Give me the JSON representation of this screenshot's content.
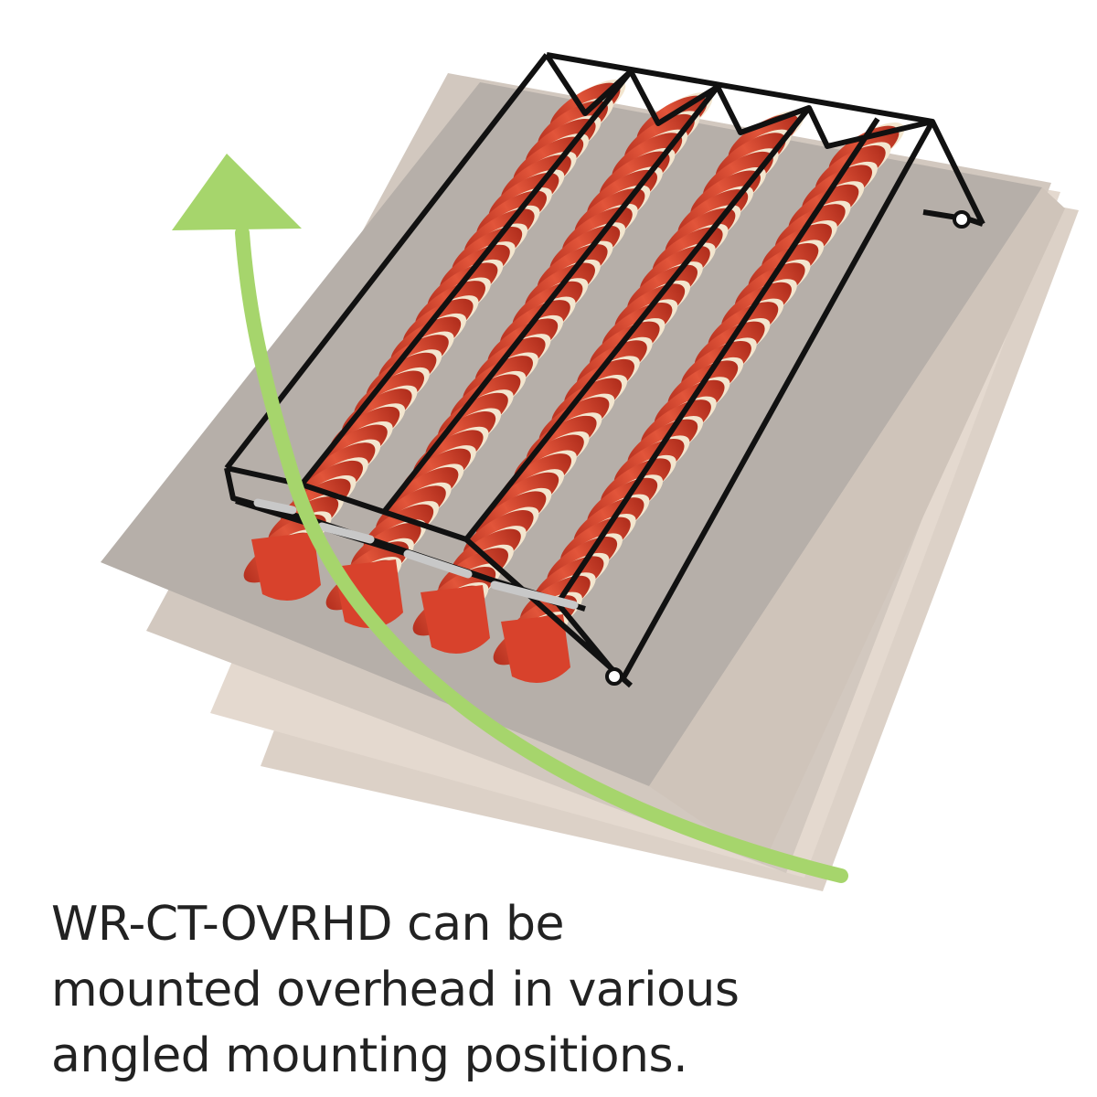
{
  "caption": {
    "lines": [
      "WR-CT-OVRHD can be",
      "mounted overhead in various",
      "angled mounting positions."
    ]
  },
  "illustration": {
    "colors": {
      "panel_dark": "#b5aea8",
      "panel_mid": "#c9c0b8",
      "panel_light": "#d9cfc6",
      "cup_red": "#d8422c",
      "cup_rim": "#f3e6cf",
      "wire": "#111111",
      "arrow_green": "#a6d56c"
    },
    "cup_columns": 4,
    "icons": [
      "wire-rack",
      "cup-stack",
      "rotation-arrow",
      "mounting-panels"
    ]
  }
}
